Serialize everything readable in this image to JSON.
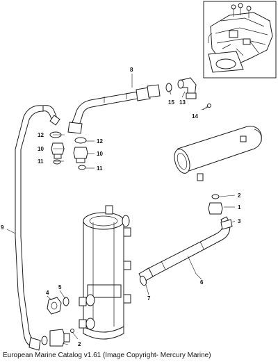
{
  "footer": {
    "caption": "European Marine Catalog v1.61 (Image Copyright- Mercury Marine)"
  },
  "callouts": {
    "c1": "1",
    "c2a": "2",
    "c2b": "2",
    "c3": "3",
    "c4": "4",
    "c5": "5",
    "c6": "6",
    "c7": "7",
    "c8": "8",
    "c9": "9",
    "c10a": "10",
    "c10b": "10",
    "c11a": "11",
    "c11b": "11",
    "c12a": "12",
    "c12b": "12",
    "c13": "13",
    "c14": "14",
    "c15": "15"
  },
  "inset": {
    "icon": "engine-overview-icon"
  }
}
